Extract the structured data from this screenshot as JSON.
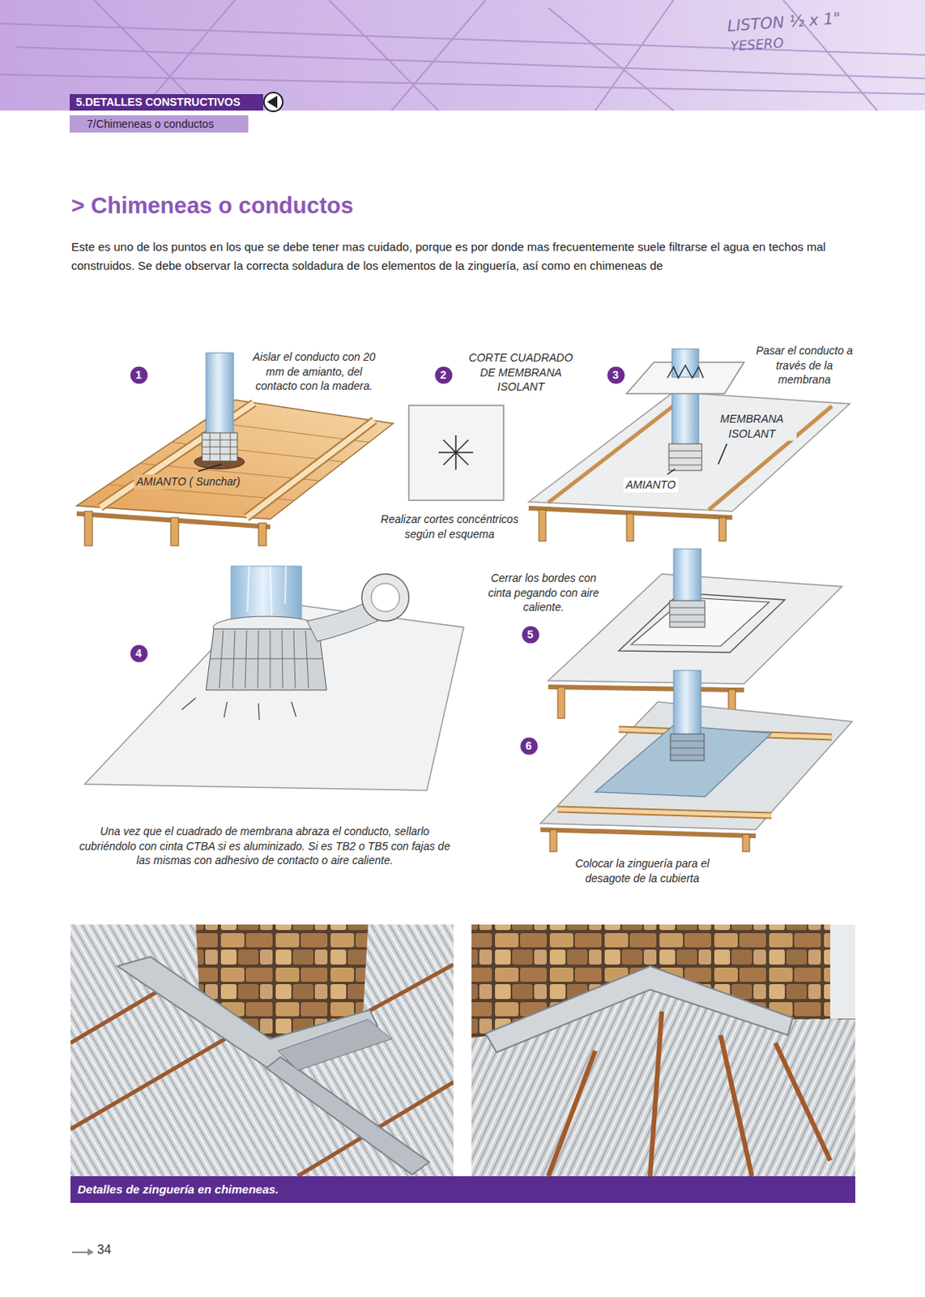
{
  "diagram": {
    "title": "> Chimeneas o conductos",
    "caption": "Detalles de zinguería en chimeneas.",
    "nodes": [
      {
        "text": [
          "5.DETALLES CONSTRUCTIVOS"
        ]
      },
      {
        "text": [
          "7/Chimeneas o conductos"
        ]
      },
      {
        "text": [
          "1"
        ]
      },
      {
        "text": [
          "2"
        ]
      },
      {
        "text": [
          "3"
        ]
      },
      {
        "text": [
          "4"
        ]
      },
      {
        "text": [
          "5"
        ]
      },
      {
        "text": [
          "6"
        ]
      }
    ],
    "labels": [
      "LISTON ½ x 1\"",
      "YESERO",
      "Este es uno de los puntos en los que se debe tener mas cuidado, porque es por donde mas frecuentemente suele filtrarse el agua en techos mal construidos. Se debe observar la correcta soldadura de los elementos de la zinguería, así como en chimeneas de",
      "Aislar el conducto con 20 mm de amianto, del contacto con la madera.",
      "AMIANTO ( Sunchar)",
      "CORTE CUADRADO DE MEMBRANA ISOLANT",
      "Realizar cortes concéntricos según el esquema",
      "Pasar el conducto a través de la membrana",
      "MEMBRANA ISOLANT",
      "AMIANTO",
      "Cerrar los bordes con cinta pegando con aire caliente.",
      "Una vez que el cuadrado de membrana abraza el conducto, sellarlo cubriéndolo con cinta CTBA si es aluminizado. Si es TB2 o TB5 con fajas de las mismas con adhesivo de contacto o aire caliente.",
      "Colocar la zinguería para el desagote de la cubierta",
      "34"
    ]
  }
}
